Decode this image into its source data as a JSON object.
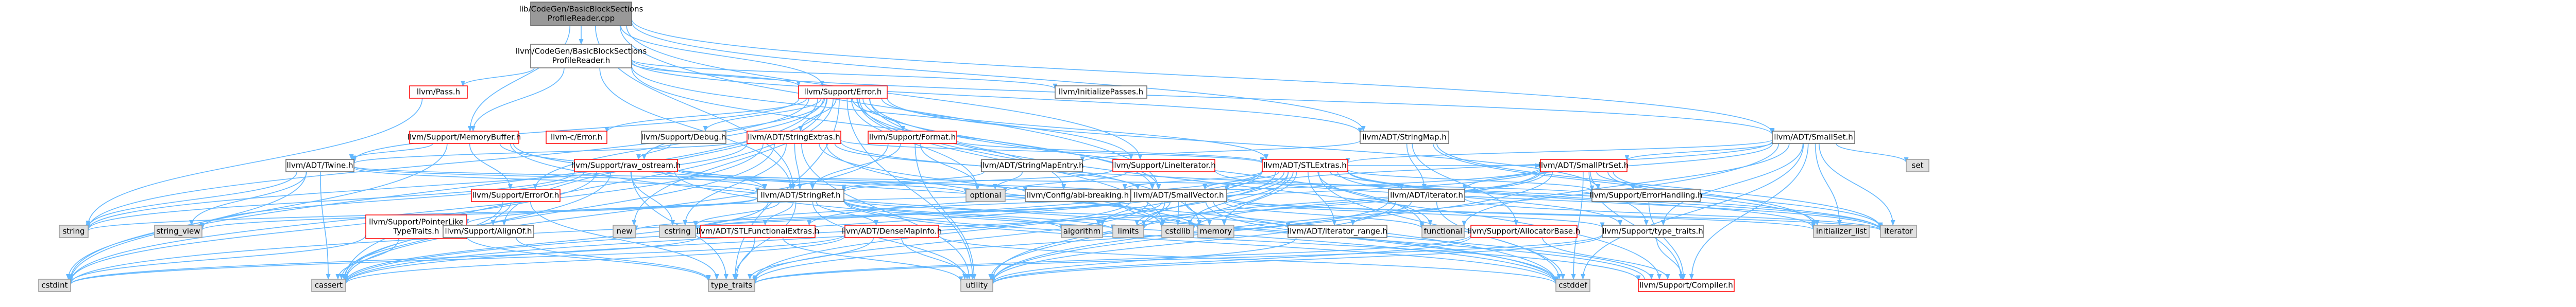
{
  "colors": {
    "edge": "#63b8ff",
    "edge_dark": "#404040",
    "node_fill": "#ffffff",
    "node_border_link": "#ff0000",
    "node_border_plain": "#666666",
    "node_text": "#000000",
    "root_fill": "#999999",
    "root_border": "#666666",
    "system_fill": "#e0e0e0",
    "system_border": "#999999"
  },
  "nodes": {
    "root": {
      "label_lines": [
        "lib/CodeGen/BasicBlockSections",
        "ProfileReader.cpp"
      ],
      "kind": "root"
    },
    "bbs_reader_h": {
      "label_lines": [
        "llvm/CodeGen/BasicBlockSections",
        "ProfileReader.h"
      ],
      "kind": "plain"
    },
    "pass_h": {
      "label_lines": [
        "llvm/Pass.h"
      ],
      "kind": "link"
    },
    "support_error_h": {
      "label_lines": [
        "llvm/Support/Error.h"
      ],
      "kind": "link"
    },
    "initialize_passes_h": {
      "label_lines": [
        "llvm/InitializePasses.h"
      ],
      "kind": "plain"
    },
    "stringmap_h": {
      "label_lines": [
        "llvm/ADT/StringMap.h"
      ],
      "kind": "plain"
    },
    "smallset_h": {
      "label_lines": [
        "llvm/ADT/SmallSet.h"
      ],
      "kind": "plain"
    },
    "memorybuffer_h": {
      "label_lines": [
        "llvm/Support/MemoryBuffer.h"
      ],
      "kind": "link"
    },
    "c_error_h": {
      "label_lines": [
        "llvm-c/Error.h"
      ],
      "kind": "link"
    },
    "support_debug_h": {
      "label_lines": [
        "llvm/Support/Debug.h"
      ],
      "kind": "plain"
    },
    "stringextras_h": {
      "label_lines": [
        "llvm/ADT/StringExtras.h"
      ],
      "kind": "link"
    },
    "support_format_h": {
      "label_lines": [
        "llvm/Support/Format.h"
      ],
      "kind": "link"
    },
    "stlextras_h": {
      "label_lines": [
        "llvm/ADT/STLExtras.h"
      ],
      "kind": "link"
    },
    "twine_h": {
      "label_lines": [
        "llvm/ADT/Twine.h"
      ],
      "kind": "plain"
    },
    "raw_ostream_h": {
      "label_lines": [
        "llvm/Support/raw_ostream.h"
      ],
      "kind": "link"
    },
    "stringmapentry_h": {
      "label_lines": [
        "llvm/ADT/StringMapEntry.h"
      ],
      "kind": "plain"
    },
    "lineiterator_h": {
      "label_lines": [
        "llvm/Support/LineIterator.h"
      ],
      "kind": "link"
    },
    "errorhandling_h": {
      "label_lines": [
        "llvm/Support/ErrorHandling.h"
      ],
      "kind": "plain"
    },
    "set": {
      "label_lines": [
        "set"
      ],
      "kind": "system"
    },
    "erroror_h": {
      "label_lines": [
        "llvm/Support/ErrorOr.h"
      ],
      "kind": "link"
    },
    "stringref_h": {
      "label_lines": [
        "llvm/ADT/StringRef.h"
      ],
      "kind": "plain"
    },
    "config_abi_h": {
      "label_lines": [
        "llvm/Config/abi-breaking.h"
      ],
      "kind": "plain"
    },
    "optional": {
      "label_lines": [
        "optional"
      ],
      "kind": "system"
    },
    "smallvector_h": {
      "label_lines": [
        "llvm/ADT/SmallVector.h"
      ],
      "kind": "plain"
    },
    "iterator_h": {
      "label_lines": [
        "llvm/ADT/iterator.h"
      ],
      "kind": "plain"
    },
    "smallptrset_h": {
      "label_lines": [
        "llvm/ADT/SmallPtrSet.h"
      ],
      "kind": "link"
    },
    "string": {
      "label_lines": [
        "string"
      ],
      "kind": "system"
    },
    "string_view": {
      "label_lines": [
        "string_view"
      ],
      "kind": "system"
    },
    "pointerlike_h": {
      "label_lines": [
        "llvm/Support/PointerLike",
        "TypeTraits.h"
      ],
      "kind": "link"
    },
    "alignof_h": {
      "label_lines": [
        "llvm/Support/AlignOf.h"
      ],
      "kind": "plain"
    },
    "new": {
      "label_lines": [
        "new"
      ],
      "kind": "system"
    },
    "cstring": {
      "label_lines": [
        "cstring"
      ],
      "kind": "system"
    },
    "stlfunctional_h": {
      "label_lines": [
        "llvm/ADT/STLFunctionalExtras.h"
      ],
      "kind": "link"
    },
    "densemapinfo_h": {
      "label_lines": [
        "llvm/ADT/DenseMapInfo.h"
      ],
      "kind": "link"
    },
    "algorithm": {
      "label_lines": [
        "algorithm"
      ],
      "kind": "system"
    },
    "limits": {
      "label_lines": [
        "limits"
      ],
      "kind": "system"
    },
    "cstdlib": {
      "label_lines": [
        "cstdlib"
      ],
      "kind": "system"
    },
    "iterator_range_h": {
      "label_lines": [
        "llvm/ADT/iterator_range.h"
      ],
      "kind": "plain"
    },
    "memory": {
      "label_lines": [
        "memory"
      ],
      "kind": "system"
    },
    "functional": {
      "label_lines": [
        "functional"
      ],
      "kind": "system"
    },
    "allocatorbase_h": {
      "label_lines": [
        "llvm/Support/AllocatorBase.h"
      ],
      "kind": "link"
    },
    "type_traits_h": {
      "label_lines": [
        "llvm/Support/type_traits.h"
      ],
      "kind": "plain"
    },
    "initializer_list": {
      "label_lines": [
        "initializer_list"
      ],
      "kind": "system"
    },
    "iterator": {
      "label_lines": [
        "iterator"
      ],
      "kind": "system"
    },
    "cstdint": {
      "label_lines": [
        "cstdint"
      ],
      "kind": "system"
    },
    "cassert": {
      "label_lines": [
        "cassert"
      ],
      "kind": "system"
    },
    "type_traits": {
      "label_lines": [
        "type_traits"
      ],
      "kind": "system"
    },
    "utility": {
      "label_lines": [
        "utility"
      ],
      "kind": "system"
    },
    "cstddef": {
      "label_lines": [
        "cstddef"
      ],
      "kind": "system"
    },
    "compiler_h": {
      "label_lines": [
        "llvm/Support/Compiler.h"
      ],
      "kind": "link"
    }
  }
}
